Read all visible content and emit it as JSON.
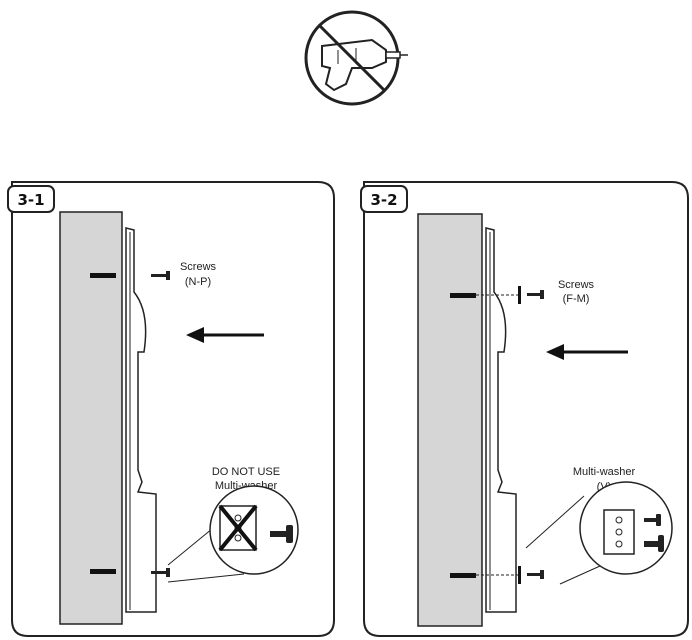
{
  "panels": [
    {
      "step": "3-1",
      "screws_label": "Screws",
      "screws_code": "(N-P)",
      "warning_line1": "DO NOT USE",
      "warning_line2": "Multi-washer"
    },
    {
      "step": "3-2",
      "screws_label": "Screws",
      "screws_code": "(F-M)",
      "washer_line1": "Multi-washer",
      "washer_line2": "(V)"
    }
  ],
  "icons": {
    "top": "no-drill-icon",
    "arrow": "arrow-left-icon",
    "cross": "cross-icon"
  },
  "colors": {
    "wall": "#d6d6d6",
    "outline": "#222222"
  }
}
